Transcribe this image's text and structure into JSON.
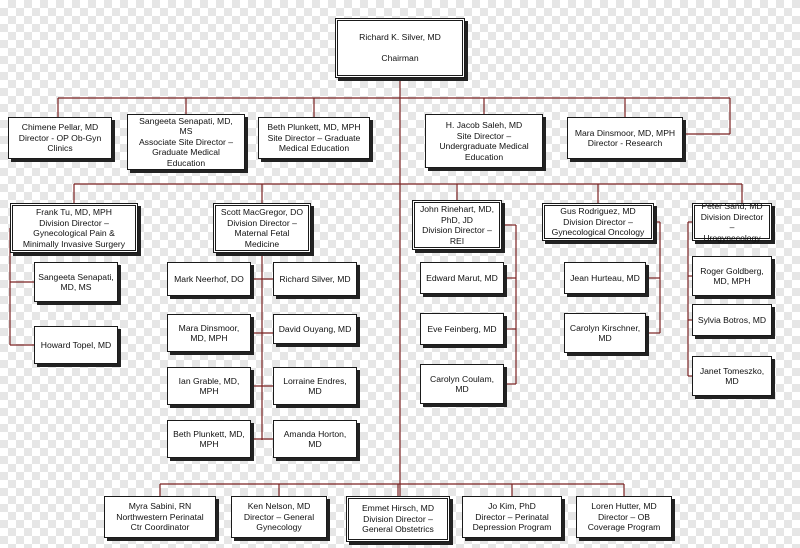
{
  "chart": {
    "line_color": "#7a2222",
    "chairman": {
      "name": "Richard K. Silver, MD",
      "title": "Chairman"
    },
    "level1": [
      "Chimene Pellar, MD\nDirector - OP Ob-Gyn\nClinics",
      "Sangeeta Senapati, MD,\nMS\nAssociate Site Director –\nGraduate Medical\nEducation",
      "Beth Plunkett, MD, MPH\nSite Director – Graduate\nMedical Education",
      "H. Jacob Saleh, MD\nSite Director –\nUndergraduate Medical\nEducation",
      "Mara Dinsmoor, MD, MPH\nDirector - Research"
    ],
    "divisions": [
      "Frank Tu, MD, MPH\nDivision Director –\nGynecological Pain &\nMinimally Invasive Surgery",
      "Scott MacGregor, DO\nDivision Director –\nMaternal Fetal\nMedicine",
      "John Rinehart, MD,\nPhD, JD\nDivision Director –\nREI",
      "Gus Rodriguez, MD\nDivision Director –\nGynecological Oncology",
      "Peter Sand, MD\nDivision Director –\nUrogynecology"
    ],
    "pain_members": [
      "Sangeeta Senapati,\nMD, MS",
      "Howard Topel, MD"
    ],
    "mfm_left": [
      "Mark Neerhof, DO",
      "Mara Dinsmoor,\nMD, MPH",
      "Ian Grable, MD,\nMPH",
      "Beth Plunkett, MD,\nMPH"
    ],
    "mfm_right": [
      "Richard Silver, MD",
      "David Ouyang, MD",
      "Lorraine Endres,\nMD",
      "Amanda Horton,\nMD"
    ],
    "rei_members": [
      "Edward Marut, MD",
      "Eve Feinberg, MD",
      "Carolyn Coulam,\nMD"
    ],
    "onc_members": [
      "Jean Hurteau, MD",
      "Carolyn Kirschner,\nMD"
    ],
    "uro_members": [
      "Roger Goldberg,\nMD, MPH",
      "Sylvia Botros, MD",
      "Janet Tomeszko,\nMD"
    ],
    "bottom": [
      "Myra Sabini, RN\nNorthwestern Perinatal\nCtr Coordinator",
      "Ken Nelson, MD\nDirector – General\nGynecology",
      "Emmet Hirsch, MD\nDivision Director –\nGeneral Obstetrics",
      "Jo Kim, PhD\nDirector – Perinatal\nDepression Program",
      "Loren Hutter, MD\nDirector – OB\nCoverage Program"
    ]
  }
}
